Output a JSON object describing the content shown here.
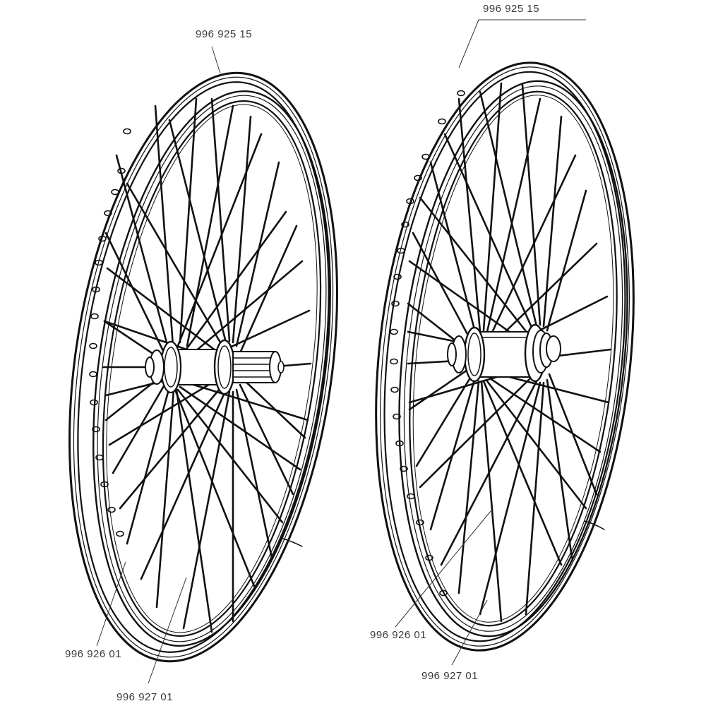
{
  "diagram": {
    "type": "exploded-parts-diagram",
    "subject": "bicycle wheels",
    "colors": {
      "line": "#111111",
      "label": "#3a3a3a",
      "background": "#ffffff"
    },
    "wheels": [
      {
        "id": "rear-wheel",
        "position": "left",
        "hub": "rear hub with cassette freehub body",
        "callouts": [
          {
            "part_number": "996 925 15",
            "points_to": "rim/tire"
          },
          {
            "part_number": "996 926 01",
            "points_to": "rim"
          },
          {
            "part_number": "996 927  01",
            "points_to": "spoke"
          }
        ]
      },
      {
        "id": "front-wheel",
        "position": "right",
        "hub": "front hub",
        "callouts": [
          {
            "part_number": "996 925 15",
            "points_to": "rim/tire"
          },
          {
            "part_number": "996 926 01",
            "points_to": "rim"
          },
          {
            "part_number": "996 927  01",
            "points_to": "spoke"
          }
        ]
      }
    ]
  },
  "labels": {
    "left_top": "996 925  15",
    "left_rim": "996 926 01",
    "left_spoke": "996 927  01",
    "right_top": "996 925 15",
    "right_rim": "996 926 01",
    "right_spoke": "996 927  01"
  }
}
